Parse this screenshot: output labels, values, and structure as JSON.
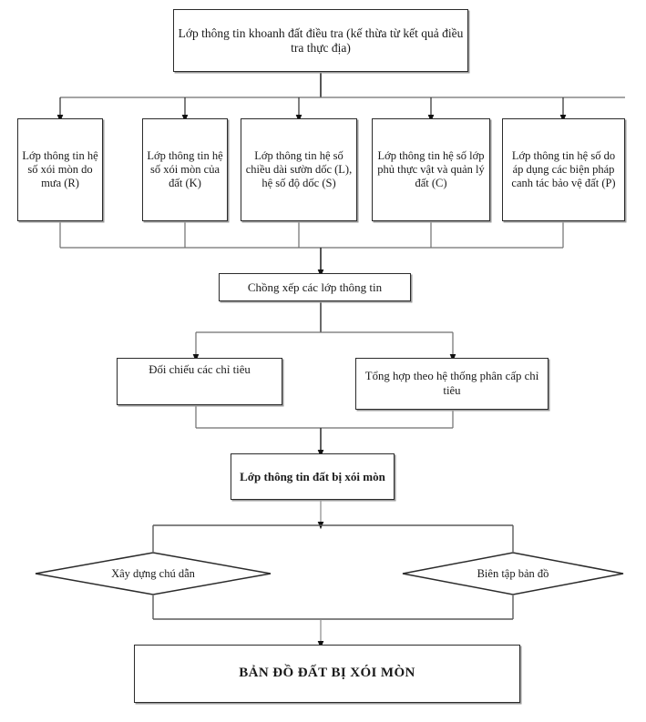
{
  "diagram": {
    "title_node": {
      "id": "input-layer",
      "text": "Lớp thông tin khoanh đất điều tra (kế thừa từ kết quả điều tra thực địa)"
    },
    "factor_layers": [
      {
        "id": "factor-r",
        "text": "Lớp thông tin hệ số xói mòn do mưa (R)"
      },
      {
        "id": "factor-k",
        "text": "Lớp thông tin hệ số xói mòn của đất (K)"
      },
      {
        "id": "factor-ls",
        "text": "Lớp thông tin hệ số chiều dài sườn dốc (L), hệ số độ dốc (S)"
      },
      {
        "id": "factor-c",
        "text": "Lớp thông tin hệ số lớp phủ thực vật và quản lý đất (C)"
      },
      {
        "id": "factor-p",
        "text": "Lớp thông tin hệ số do áp dụng các biện pháp canh tác bảo vệ đất (P)"
      }
    ],
    "overlay_node": {
      "id": "overlay",
      "text": "Chồng xếp các lớp thông tin"
    },
    "analysis_nodes": [
      {
        "id": "compare-criteria",
        "text": "Đối chiếu các chỉ tiêu"
      },
      {
        "id": "aggregate-criteria",
        "text": "Tổng hợp theo hệ thống phân cấp chỉ tiêu"
      }
    ],
    "result_node": {
      "id": "erosion-layer",
      "text": "Lớp thông tin đất bị xói mòn"
    },
    "decision_nodes": [
      {
        "id": "build-legend",
        "text": "Xây dựng chú dẫn"
      },
      {
        "id": "edit-map",
        "text": "Biên tập bản đồ"
      }
    ],
    "final_node": {
      "id": "final-map",
      "text": "BẢN ĐỒ ĐẤT BỊ XÓI MÒN"
    },
    "colors": {
      "stroke": "#2b2b2b",
      "wire": "#555555",
      "shadow": "#9a9a9a",
      "background": "#ffffff",
      "text": "#1a1a1a"
    }
  }
}
